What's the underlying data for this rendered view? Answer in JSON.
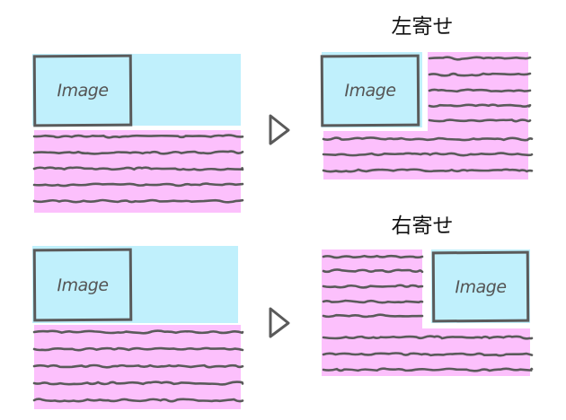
{
  "titles": {
    "left_align": "左寄せ",
    "right_align": "右寄せ"
  },
  "image_label": "Image",
  "colors": {
    "image_bg": "#c0f0fc",
    "text_bg": "#fcc0fc",
    "stroke": "#5a5a5a"
  }
}
